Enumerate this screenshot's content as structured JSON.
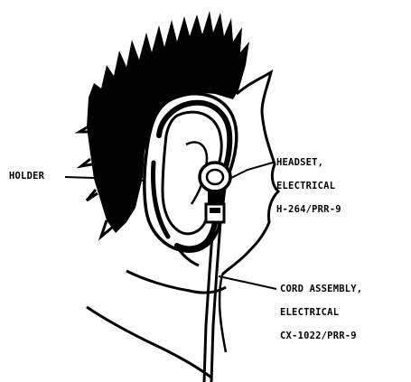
{
  "labels": {
    "holder": "HOLDER",
    "headset": [
      "HEADSET,",
      "ELECTRICAL",
      "H-264/PRR-9"
    ],
    "cord": [
      "CORD ASSEMBLY,",
      "ELECTRICAL",
      "CX-1022/PRR-9"
    ]
  },
  "colors": {
    "ink": "#000000",
    "paper": "#ffffff"
  }
}
